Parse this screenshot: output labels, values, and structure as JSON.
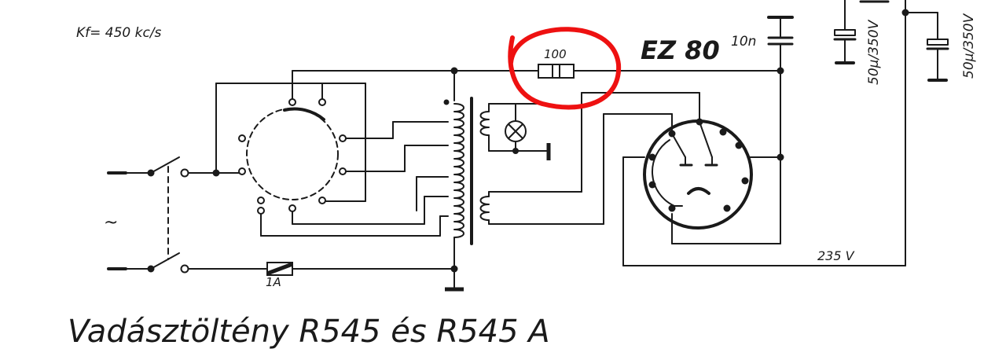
{
  "labels": {
    "kf": "Kf= 450 kc/s",
    "tube": "EZ 80",
    "cap_10n": "10n",
    "cap_50a": "50μ/350V",
    "cap_50b": "50μ/350V",
    "resistor": "100",
    "fuse": "1A",
    "voltage": "235 V",
    "ac": "~"
  },
  "caption": "Vadásztöltény R545 és R545 A",
  "colors": {
    "ink": "#1a1a1a",
    "highlight": "#ee1111",
    "background": "#ffffff"
  }
}
